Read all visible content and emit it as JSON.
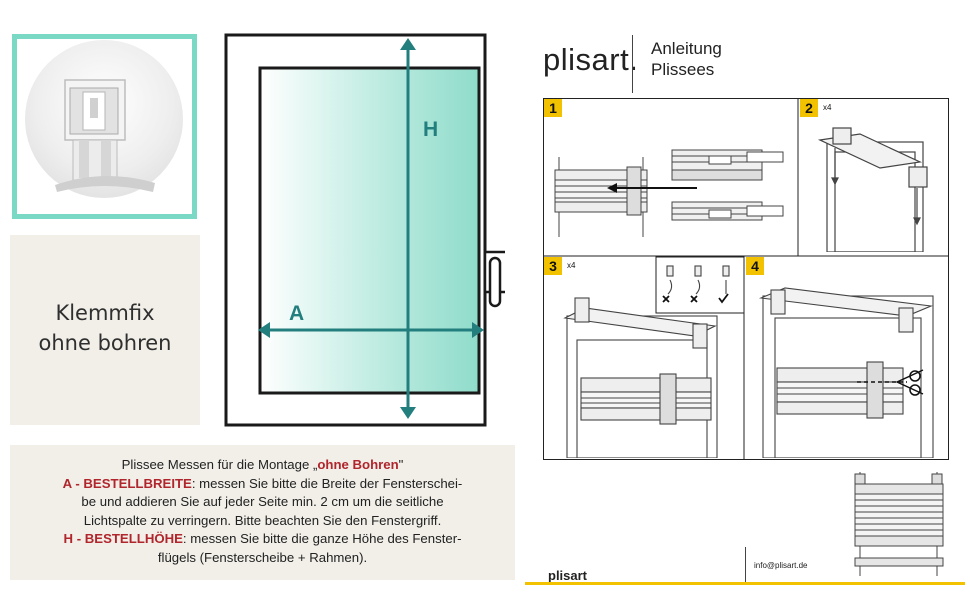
{
  "left": {
    "title_line1": "Klemmfix",
    "title_line2": "ohne bohren"
  },
  "diagram": {
    "label_h": "H",
    "label_a": "A"
  },
  "instructions": {
    "line1_pre": "Plissee Messen für die Montage „",
    "line1_highlight": "ohne Bohren",
    "line1_post": "\"",
    "a_label": "A - BESTELLBREITE",
    "a_text_1": ": messen Sie bitte die Breite der Fensterschei-",
    "a_text_2": "be und addieren Sie auf jeder Seite min. 2 cm um die seitliche",
    "a_text_3": "Lichtspalte zu verringern.  Bitte beachten Sie den Fenstergriff.",
    "h_label": "H - BESTELLHÖHE",
    "h_text_1": ": messen Sie bitte die ganze Höhe des Fenster-",
    "h_text_2": "flügels (Fensterscheibe + Rahmen)."
  },
  "header": {
    "logo": "plisart.",
    "title_line1": "Anleitung",
    "title_line2": "Plissees"
  },
  "steps": [
    {
      "number": "1",
      "multiplier": ""
    },
    {
      "number": "2",
      "multiplier": "x4"
    },
    {
      "number": "3",
      "multiplier": "x4"
    },
    {
      "number": "4",
      "multiplier": ""
    }
  ],
  "footer": {
    "logo": "plisart",
    "email": "info@plisart.de"
  },
  "colors": {
    "accent_yellow": "#f2c200",
    "frame_mint": "#7ad9c4",
    "glass": "#a9e4d8",
    "measure_line": "#237e7e",
    "highlight_red": "#b1252c",
    "panel_beige": "#f1efe8"
  }
}
